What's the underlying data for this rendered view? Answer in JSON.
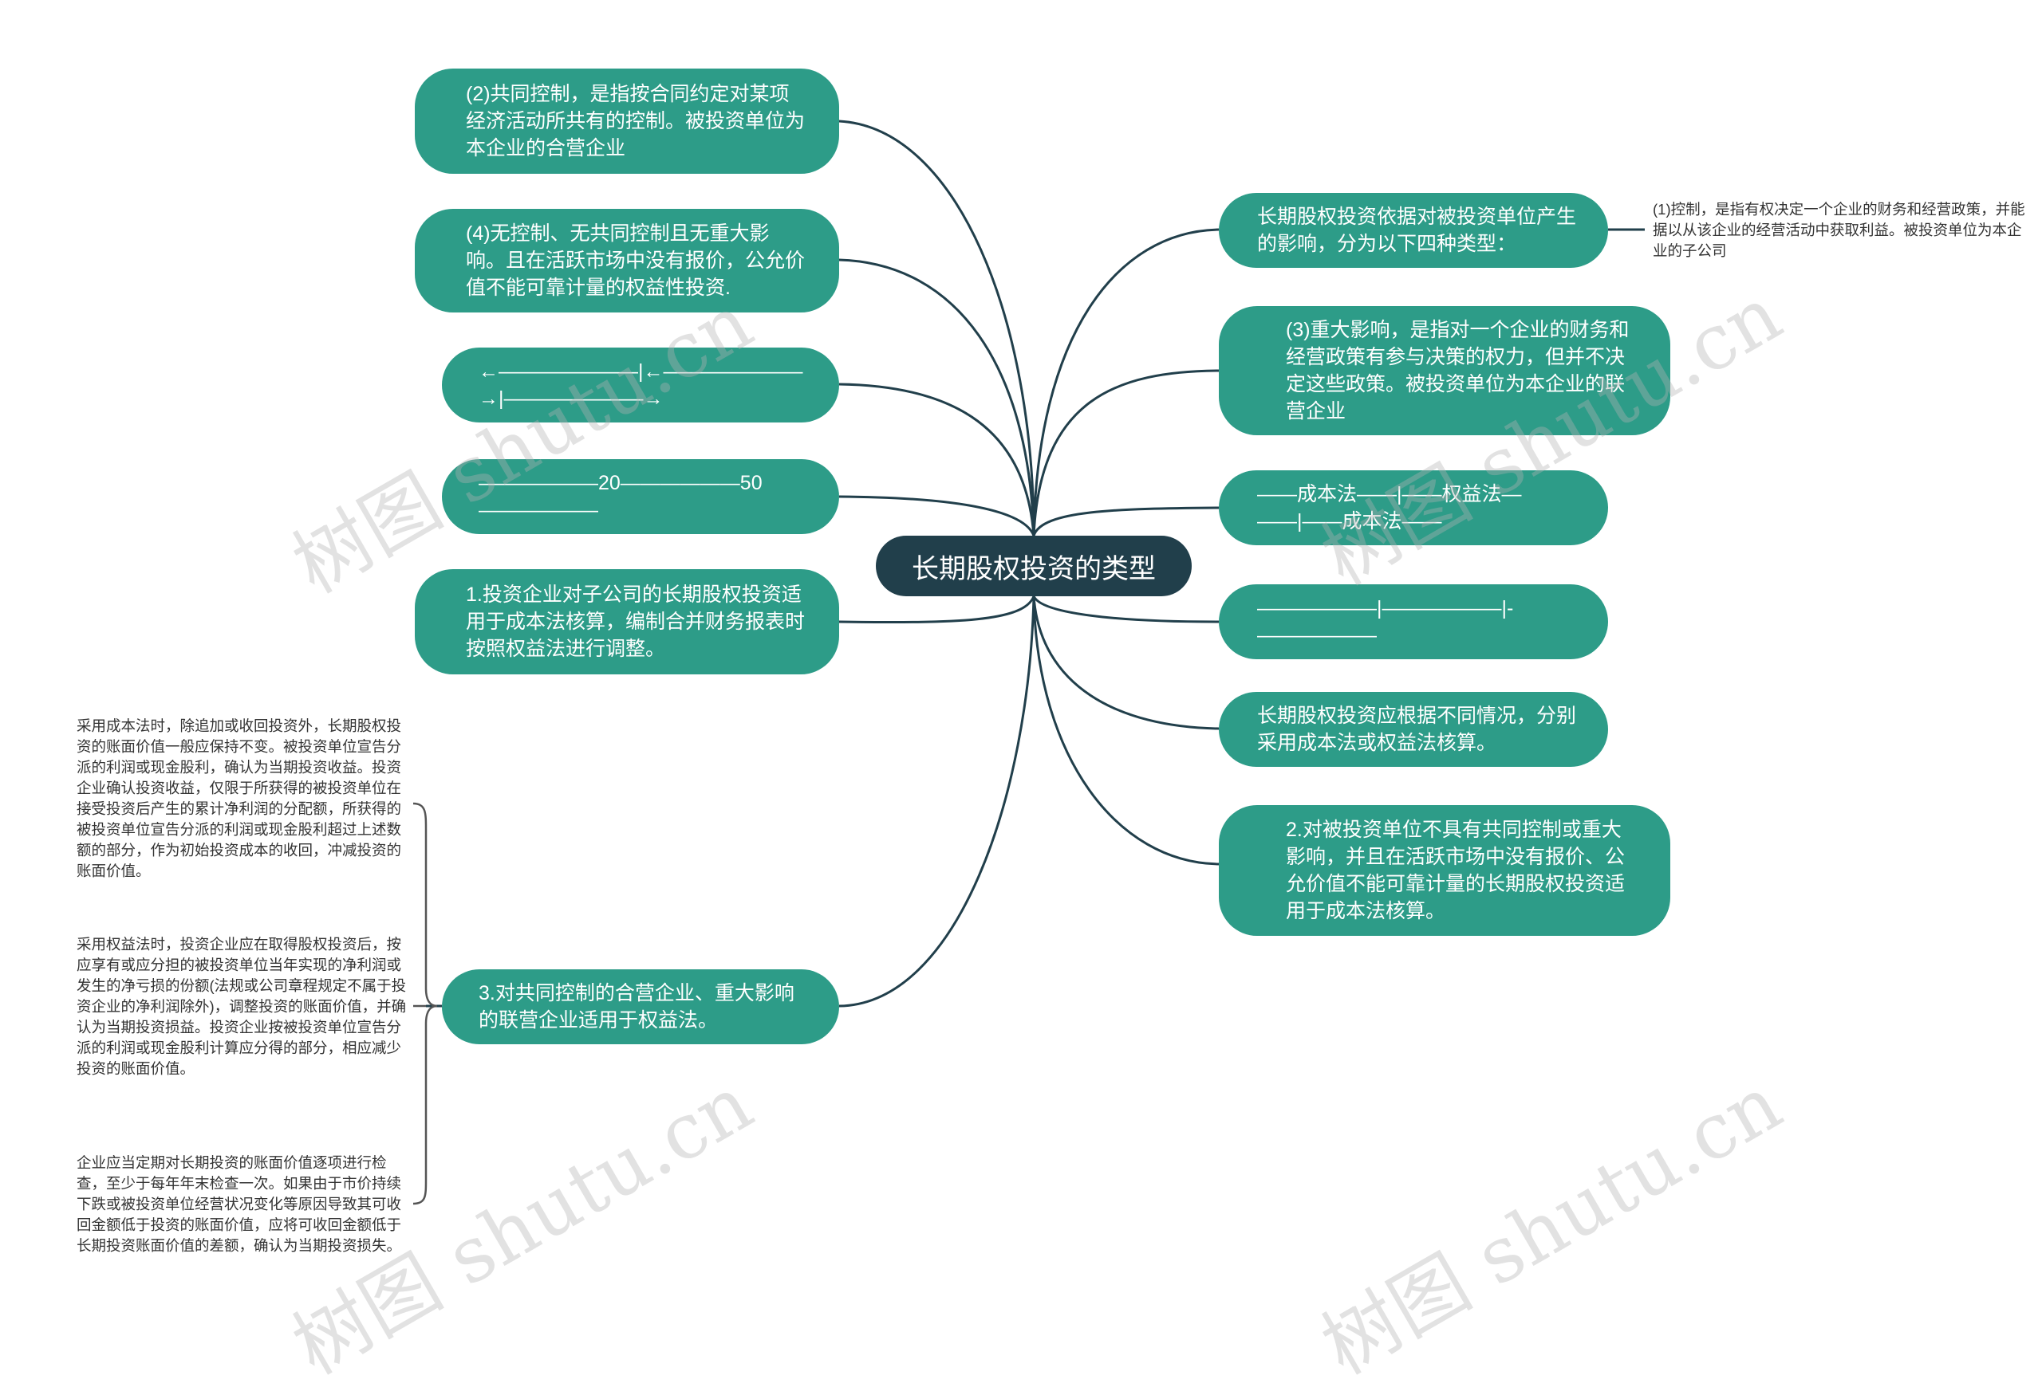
{
  "center": {
    "title": "长期股权投资的类型"
  },
  "left_nodes": [
    {
      "id": "l1",
      "text": "(2)共同控制，是指按合同约定对某项经济活动所共有的控制。被投资单位为本企业的合营企业"
    },
    {
      "id": "l2",
      "text": "(4)无控制、无共同控制且无重大影响。且在活跃市场中没有报价，公允价值不能可靠计量的权益性投资."
    },
    {
      "id": "l3",
      "text": "←———————|←———————\n→|———————→"
    },
    {
      "id": "l4",
      "text": "——————20——————50\n——————"
    },
    {
      "id": "l5",
      "text": "1.投资企业对子公司的长期股权投资适用于成本法核算，编制合并财务报表时按照权益法进行调整。"
    },
    {
      "id": "l6",
      "text": "3.对共同控制的合营企业、重大影响的联营企业适用于权益法。"
    }
  ],
  "right_nodes": [
    {
      "id": "r1",
      "text": "长期股权投资依据对被投资单位产生的影响，分为以下四种类型："
    },
    {
      "id": "r2",
      "text": "(3)重大影响，是指对一个企业的财务和经营政策有参与决策的权力，但并不决定这些政策。被投资单位为本企业的联营企业"
    },
    {
      "id": "r3",
      "text": "——成本法——|——权益法—\n——|——成本法——"
    },
    {
      "id": "r4",
      "text": "——————|——————|-\n——————"
    },
    {
      "id": "r5",
      "text": "长期股权投资应根据不同情况，分别采用成本法或权益法核算。"
    },
    {
      "id": "r6",
      "text": "2.对被投资单位不具有共同控制或重大影响，并且在活跃市场中没有报价、公允价值不能可靠计量的长期股权投资适用于成本法核算。"
    }
  ],
  "notes": {
    "right_top": "(1)控制，是指有权决定一个企业的财务和经营政策，并能据以从该企业的经营活动中获取利益。被投资单位为本企业的子公司",
    "left_1": "采用成本法时，除追加或收回投资外，长期股权投资的账面价值一般应保持不变。被投资单位宣告分派的利润或现金股利，确认为当期投资收益。投资企业确认投资收益，仅限于所获得的被投资单位在接受投资后产生的累计净利润的分配额，所获得的被投资单位宣告分派的利润或现金股利超过上述数额的部分，作为初始投资成本的收回，冲减投资的账面价值。",
    "left_2": "采用权益法时，投资企业应在取得股权投资后，按应享有或应分担的被投资单位当年实现的净利润或发生的净亏损的份额(法规或公司章程规定不属于投资企业的净利润除外)，调整投资的账面价值，并确认为当期投资损益。投资企业按被投资单位宣告分派的利润或现金股利计算应分得的部分，相应减少投资的账面价值。",
    "left_3": "企业应当定期对长期投资的账面价值逐项进行检查，至少于每年年末检查一次。如果由于市价持续下跌或被投资单位经营状况变化等原因导致其可收回金额低于投资的账面价值，应将可收回金额低于长期投资账面价值的差额，确认为当期投资损失。"
  },
  "watermarks": [
    "树图 shutu.cn",
    "树图 shutu.cn",
    "树图 shutu.cn",
    "树图 shutu.cn"
  ],
  "colors": {
    "node": "#2d9c88",
    "center": "#213f4b",
    "line": "#213f4b",
    "bracket": "#555555"
  }
}
